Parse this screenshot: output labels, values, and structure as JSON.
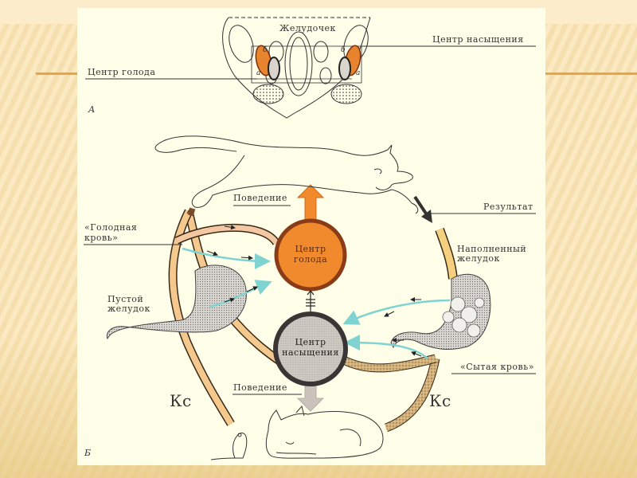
{
  "diagram": {
    "part_a": {
      "panel_label": "А",
      "title_label": "Желудочек",
      "satiety_center_label": "Центр насыщения",
      "hunger_center_label": "Центр голода",
      "nucleus_a": "а",
      "nucleus_b": "б"
    },
    "part_b": {
      "panel_label": "Б",
      "behavior_top_label": "Поведение",
      "result_label": "Результат",
      "hungry_blood_label_line1": "«Голодная",
      "hungry_blood_label_line2": "кровь»",
      "empty_stomach_line1": "Пустой",
      "empty_stomach_line2": "желудок",
      "full_stomach_line1": "Наполненный",
      "full_stomach_line2": "желудок",
      "fed_blood_label": "«Сытая кровь»",
      "hunger_center_line1": "Центр",
      "hunger_center_line2": "голода",
      "satiety_center_line1": "Центр",
      "satiety_center_line2": "насыщения",
      "behavior_bottom_label": "Поведение",
      "ks_left": "Кс",
      "ks_right": "Кс"
    },
    "colors": {
      "hunger_orange": "#f08a2c",
      "hunger_ring": "#8a3b17",
      "satiety_gray": "#cfcac2",
      "satiety_ring": "#3a3434",
      "signal_cyan": "#7fd3d0",
      "vessel_tan": "#f5c98e"
    }
  }
}
